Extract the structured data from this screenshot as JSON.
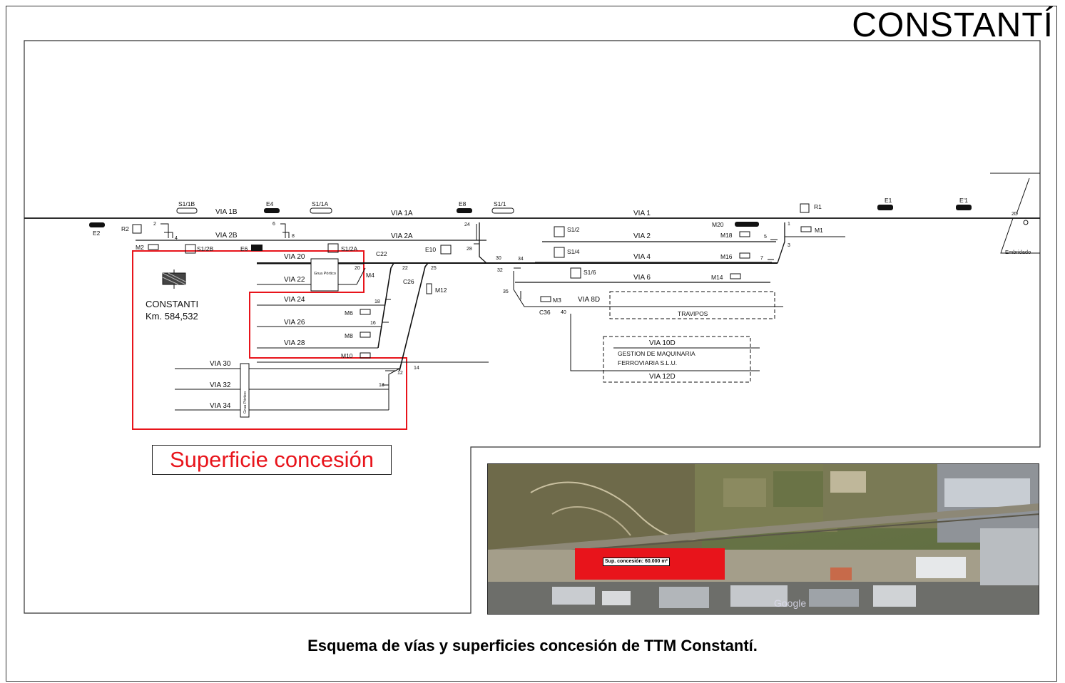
{
  "station_title": "CONSTANTÍ",
  "caption": "Esquema de vías y superficies concesión de TTM Constantí.",
  "legend": {
    "concession_label": "Superficie concesión",
    "accent_color": "#e8141b"
  },
  "station_marker": {
    "name": "CONSTANTI",
    "km": "Km. 584,532"
  },
  "aerial": {
    "concession_label": "Sup. concesión: 60.000 m²",
    "brand": "Google"
  },
  "tracks": {
    "via_1b": "VIA 1B",
    "via_1a": "VIA 1A",
    "via_1": "VIA 1",
    "via_2b": "VIA 2B",
    "via_2a": "VIA 2A",
    "via_2": "VIA 2",
    "via_4": "VIA 4",
    "via_6": "VIA 6",
    "via_20": "VIA 20",
    "via_22": "VIA 22",
    "via_24": "VIA 24",
    "via_26": "VIA 26",
    "via_28": "VIA 28",
    "via_30": "VIA 30",
    "via_32": "VIA 32",
    "via_34": "VIA 34",
    "via_8d": "VIA 8D",
    "via_10d": "VIA 10D",
    "via_12d": "VIA 12D"
  },
  "areas": {
    "traviesas": "TRAVIPOS",
    "gestion_line1": "GESTION DE MAQUINARIA",
    "gestion_line2": "FERROVIARIA S.L.U.",
    "grua_portico_upper": "Grua Pórtico",
    "grua_portico_lower": "Grua Pórtico",
    "embridado": "Embridado"
  },
  "signals": {
    "s1_1b": "S1/1B",
    "e4": "E4",
    "s1_1a": "S1/1A",
    "e8": "E8",
    "s1_1": "S1/1",
    "r1": "R1",
    "e1": "E1",
    "e_1": "E'1",
    "e2": "E2",
    "r2": "R2",
    "m2": "M2",
    "s1_2b": "S1/2B",
    "e6": "E6",
    "s1_2a": "S1/2A",
    "e10": "E10",
    "s1_2": "S1/2",
    "s1_4": "S1/4",
    "s1_6": "S1/6",
    "m20": "M20",
    "m18": "M18",
    "m16": "M16",
    "m14": "M14",
    "m1": "M1",
    "m4": "M4",
    "m6": "M6",
    "m8": "M8",
    "m10": "M10",
    "m12": "M12",
    "m3": "M3",
    "c22": "C22",
    "c26": "C26",
    "c36": "C36"
  },
  "switches": {
    "sw_2": "2",
    "sw_4": "4",
    "sw_6": "6",
    "sw_8": "8",
    "sw_24": "24",
    "sw_28": "28",
    "sw_30": "30",
    "sw_34": "34",
    "sw_32": "32",
    "sw_35": "35",
    "sw_40": "40",
    "sw_20": "20",
    "sw_22": "22",
    "sw_25": "25",
    "sw_18": "18",
    "sw_16": "16",
    "sw_14": "14",
    "sw_12": "12",
    "sw_13": "13",
    "sw_1": "1",
    "sw_3": "3",
    "sw_5": "5",
    "sw_7": "7",
    "sw_2d": "2D"
  }
}
